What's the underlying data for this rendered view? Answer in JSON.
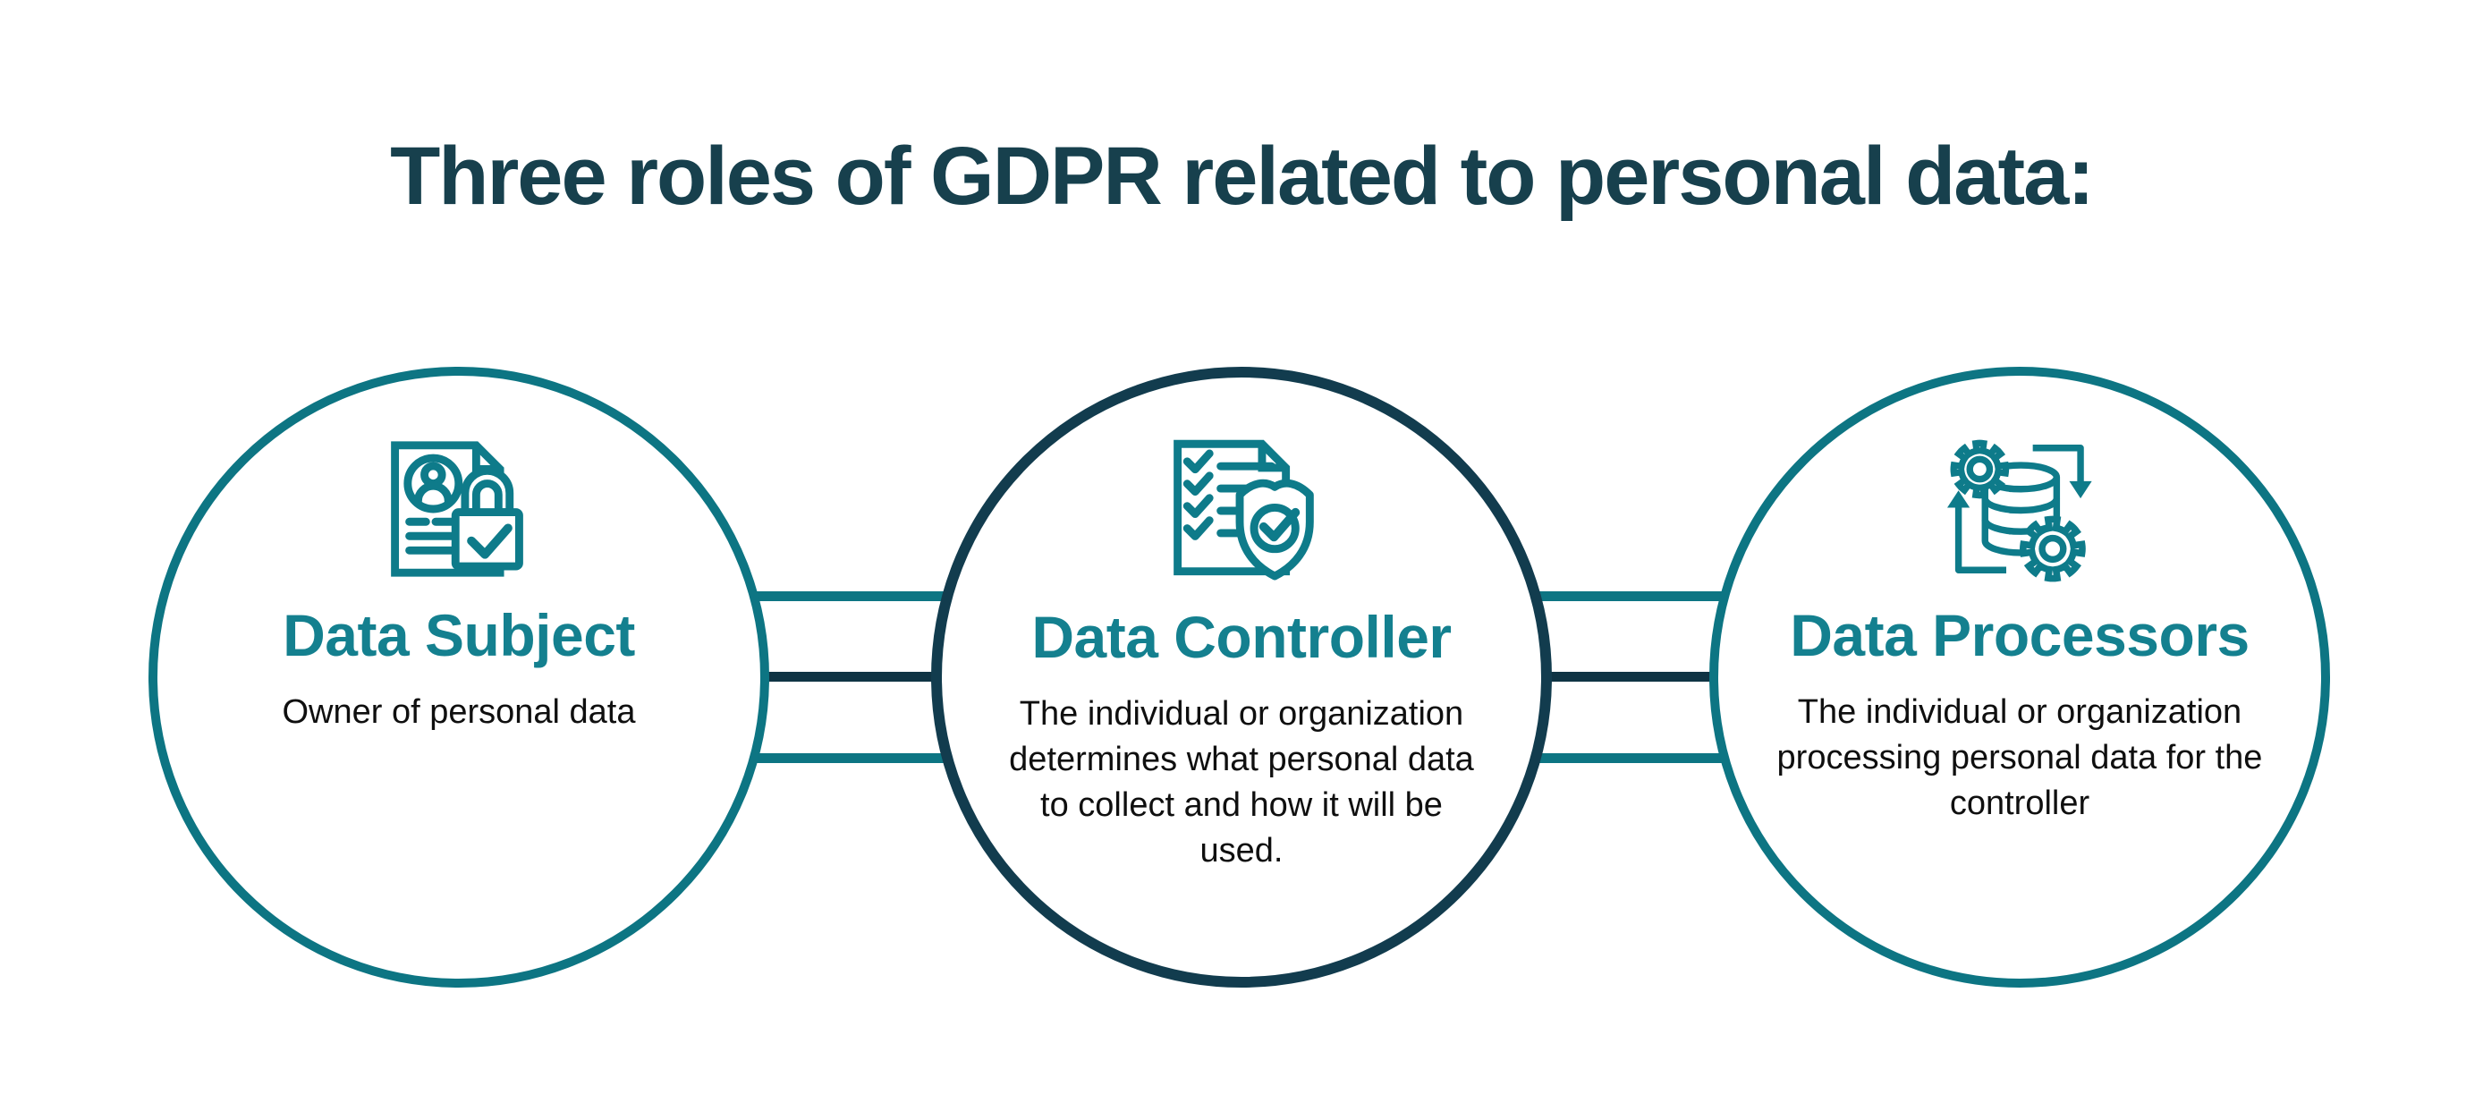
{
  "title": "Three roles of GDPR related to personal data:",
  "colors": {
    "background": "#FFFFFF",
    "title_text": "#17404D",
    "teal": "#0D7583",
    "icon_teal": "#0E7B8A",
    "teal_text": "#14808F",
    "navy": "#123C4E",
    "navy_line": "#0F3444",
    "body_text": "#0F0F0F"
  },
  "connector_lines": [
    "teal",
    "navy",
    "teal"
  ],
  "roles": [
    {
      "id": "data-subject",
      "icon": "document-user-lock-icon",
      "border": "teal",
      "heading": "Data Subject",
      "description": "Owner of personal data"
    },
    {
      "id": "data-controller",
      "icon": "checklist-shield-icon",
      "border": "navy",
      "heading": "Data Controller",
      "description": "The individual or organization determines what personal data to collect and how it will be used."
    },
    {
      "id": "data-processors",
      "icon": "gears-database-icon",
      "border": "teal",
      "heading": "Data Processors",
      "description": "The individual or organization processing personal data for the controller"
    }
  ]
}
